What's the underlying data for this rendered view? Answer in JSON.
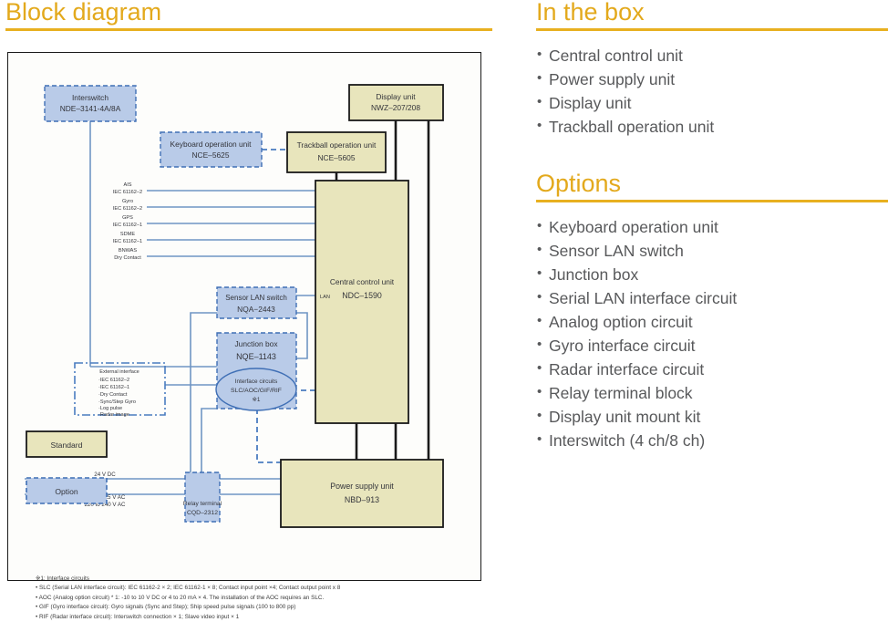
{
  "colors": {
    "accent": "#e3a91c",
    "rule": "#e8b020",
    "standard_fill": "#e8e5bc",
    "standard_stroke": "#1a1a1a",
    "option_fill": "#b9cbe8",
    "option_stroke": "#3f6fb5",
    "thin_line": "#6f95c4",
    "text": "#3b3b3b"
  },
  "left": {
    "title": "Block diagram"
  },
  "in_the_box": {
    "title": "In the box",
    "items": [
      "Central control unit",
      "Power supply unit",
      "Display unit",
      "Trackball operation unit"
    ]
  },
  "options": {
    "title": "Options",
    "items": [
      "Keyboard operation unit",
      "Sensor LAN switch",
      "Junction box",
      "Serial LAN interface circuit",
      "Analog option circuit",
      "Gyro interface circuit",
      "Radar interface circuit",
      "Relay terminal block",
      "Display unit mount kit",
      "Interswitch (4 ch/8 ch)"
    ]
  },
  "diagram": {
    "blocks": {
      "interswitch": {
        "line1": "Interswitch",
        "line2": "NDE–3141-4A/8A",
        "type": "option"
      },
      "display": {
        "line1": "Display unit",
        "line2": "NWZ–207/208",
        "type": "standard"
      },
      "keyboard": {
        "line1": "Keyboard operation unit",
        "line2": "NCE–5625",
        "type": "option"
      },
      "trackball": {
        "line1": "Trackball operation unit",
        "line2": "NCE–5605",
        "type": "standard"
      },
      "central": {
        "line1": "Central control unit",
        "line2": "NDC–1590",
        "type": "standard"
      },
      "sensorlan": {
        "line1": "Sensor LAN switch",
        "line2": "NQA−2443",
        "type": "option"
      },
      "junction": {
        "line1": "Junction box",
        "line2": "NQE–1143",
        "type": "option"
      },
      "power": {
        "line1": "Power supply unit",
        "line2": "NBD–913",
        "type": "standard"
      },
      "relay": {
        "line1": "Relay terminal",
        "line2": "CQD–2312",
        "type": "option"
      }
    },
    "interface_oval": {
      "line1": "Interface circuits",
      "line2": "SLC/AOC/GIF/RIF",
      "line3": "※1"
    },
    "lan_label": "LAN",
    "signals": [
      {
        "name": "AIS",
        "spec": "IEC 61162–2"
      },
      {
        "name": "Gyro",
        "spec": "IEC 61162–2"
      },
      {
        "name": "GPS",
        "spec": "IEC 61162–1"
      },
      {
        "name": "SDME",
        "spec": "IEC 61162–1"
      },
      {
        "name": "BNWAS",
        "spec": "Dry Contact"
      }
    ],
    "external_interface": {
      "title": "External interface",
      "items": [
        "·IEC 61162–2",
        "·IEC 61162–1",
        "·Dry Contact",
        "·Sync/Step Gyro",
        "·Log pulse",
        "·Radar image"
      ]
    },
    "power_labels": {
      "dc": "24 V DC",
      "ac1": "100 to 115 V AC",
      "ac2": "220 to 240 V AC"
    },
    "legend": {
      "standard": "Standard",
      "option": "Option"
    },
    "notes": {
      "head": "※1: Interface circuits",
      "items": [
        "• SLC (Serial LAN interface circuit): IEC 61162-2 × 2; IEC 61162-1 × 8; Contact input point ×4; Contact output point x 8",
        "• AOC (Analog option circuit) * 1: -10 to 10 V DC or 4 to 20 mA × 4. The installation of the AOC requires an SLC.",
        "• GIF (Gyro interface circuit): Gyro signals (Sync and Step); Ship speed pulse signals (100 to 800 pp)",
        "• RIF (Radar interface circuit): Interswitch connection × 1; Slave video input × 1"
      ]
    }
  }
}
